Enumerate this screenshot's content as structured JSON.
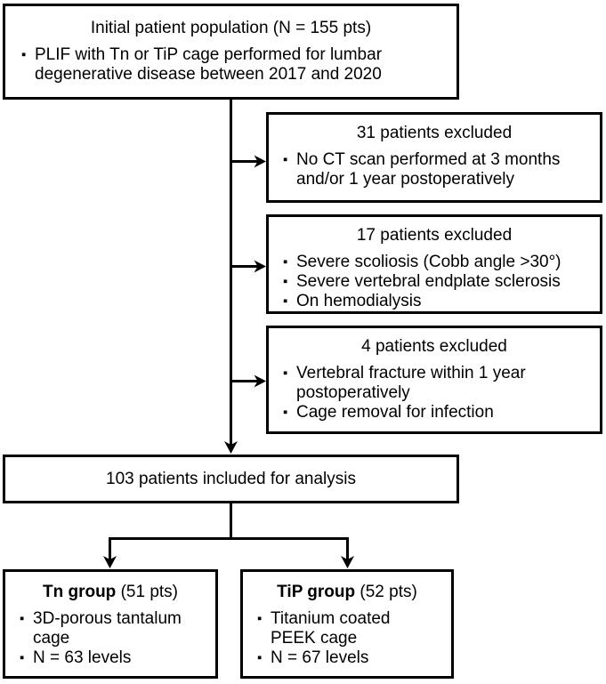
{
  "diagram": {
    "bullet_char": "▪",
    "colors": {
      "border": "#000000",
      "background": "#ffffff",
      "text": "#000000"
    },
    "initial": {
      "title": "Initial patient population (N = 155 pts)",
      "bullets": [
        "PLIF with Tn or TiP cage performed for lumbar degenerative disease between 2017 and 2020"
      ]
    },
    "excluded": [
      {
        "title": "31 patients excluded",
        "bullets": [
          "No CT scan performed at 3 months and/or 1 year postoperatively"
        ]
      },
      {
        "title": "17 patients excluded",
        "bullets": [
          "Severe scoliosis (Cobb angle >30°)",
          "Severe vertebral endplate sclerosis",
          "On hemodialysis"
        ]
      },
      {
        "title": "4 patients excluded",
        "bullets": [
          "Vertebral fracture within 1 year postoperatively",
          "Cage removal for infection"
        ]
      }
    ],
    "included": {
      "title": "103 patients included for analysis"
    },
    "groups": [
      {
        "name": "Tn group",
        "detail": " (51 pts)",
        "bullets": [
          "3D-porous tantalum cage",
          "N = 63 levels"
        ]
      },
      {
        "name": "TiP group",
        "detail": " (52 pts)",
        "bullets": [
          "Titanium coated PEEK cage",
          "N = 67 levels"
        ]
      }
    ]
  }
}
